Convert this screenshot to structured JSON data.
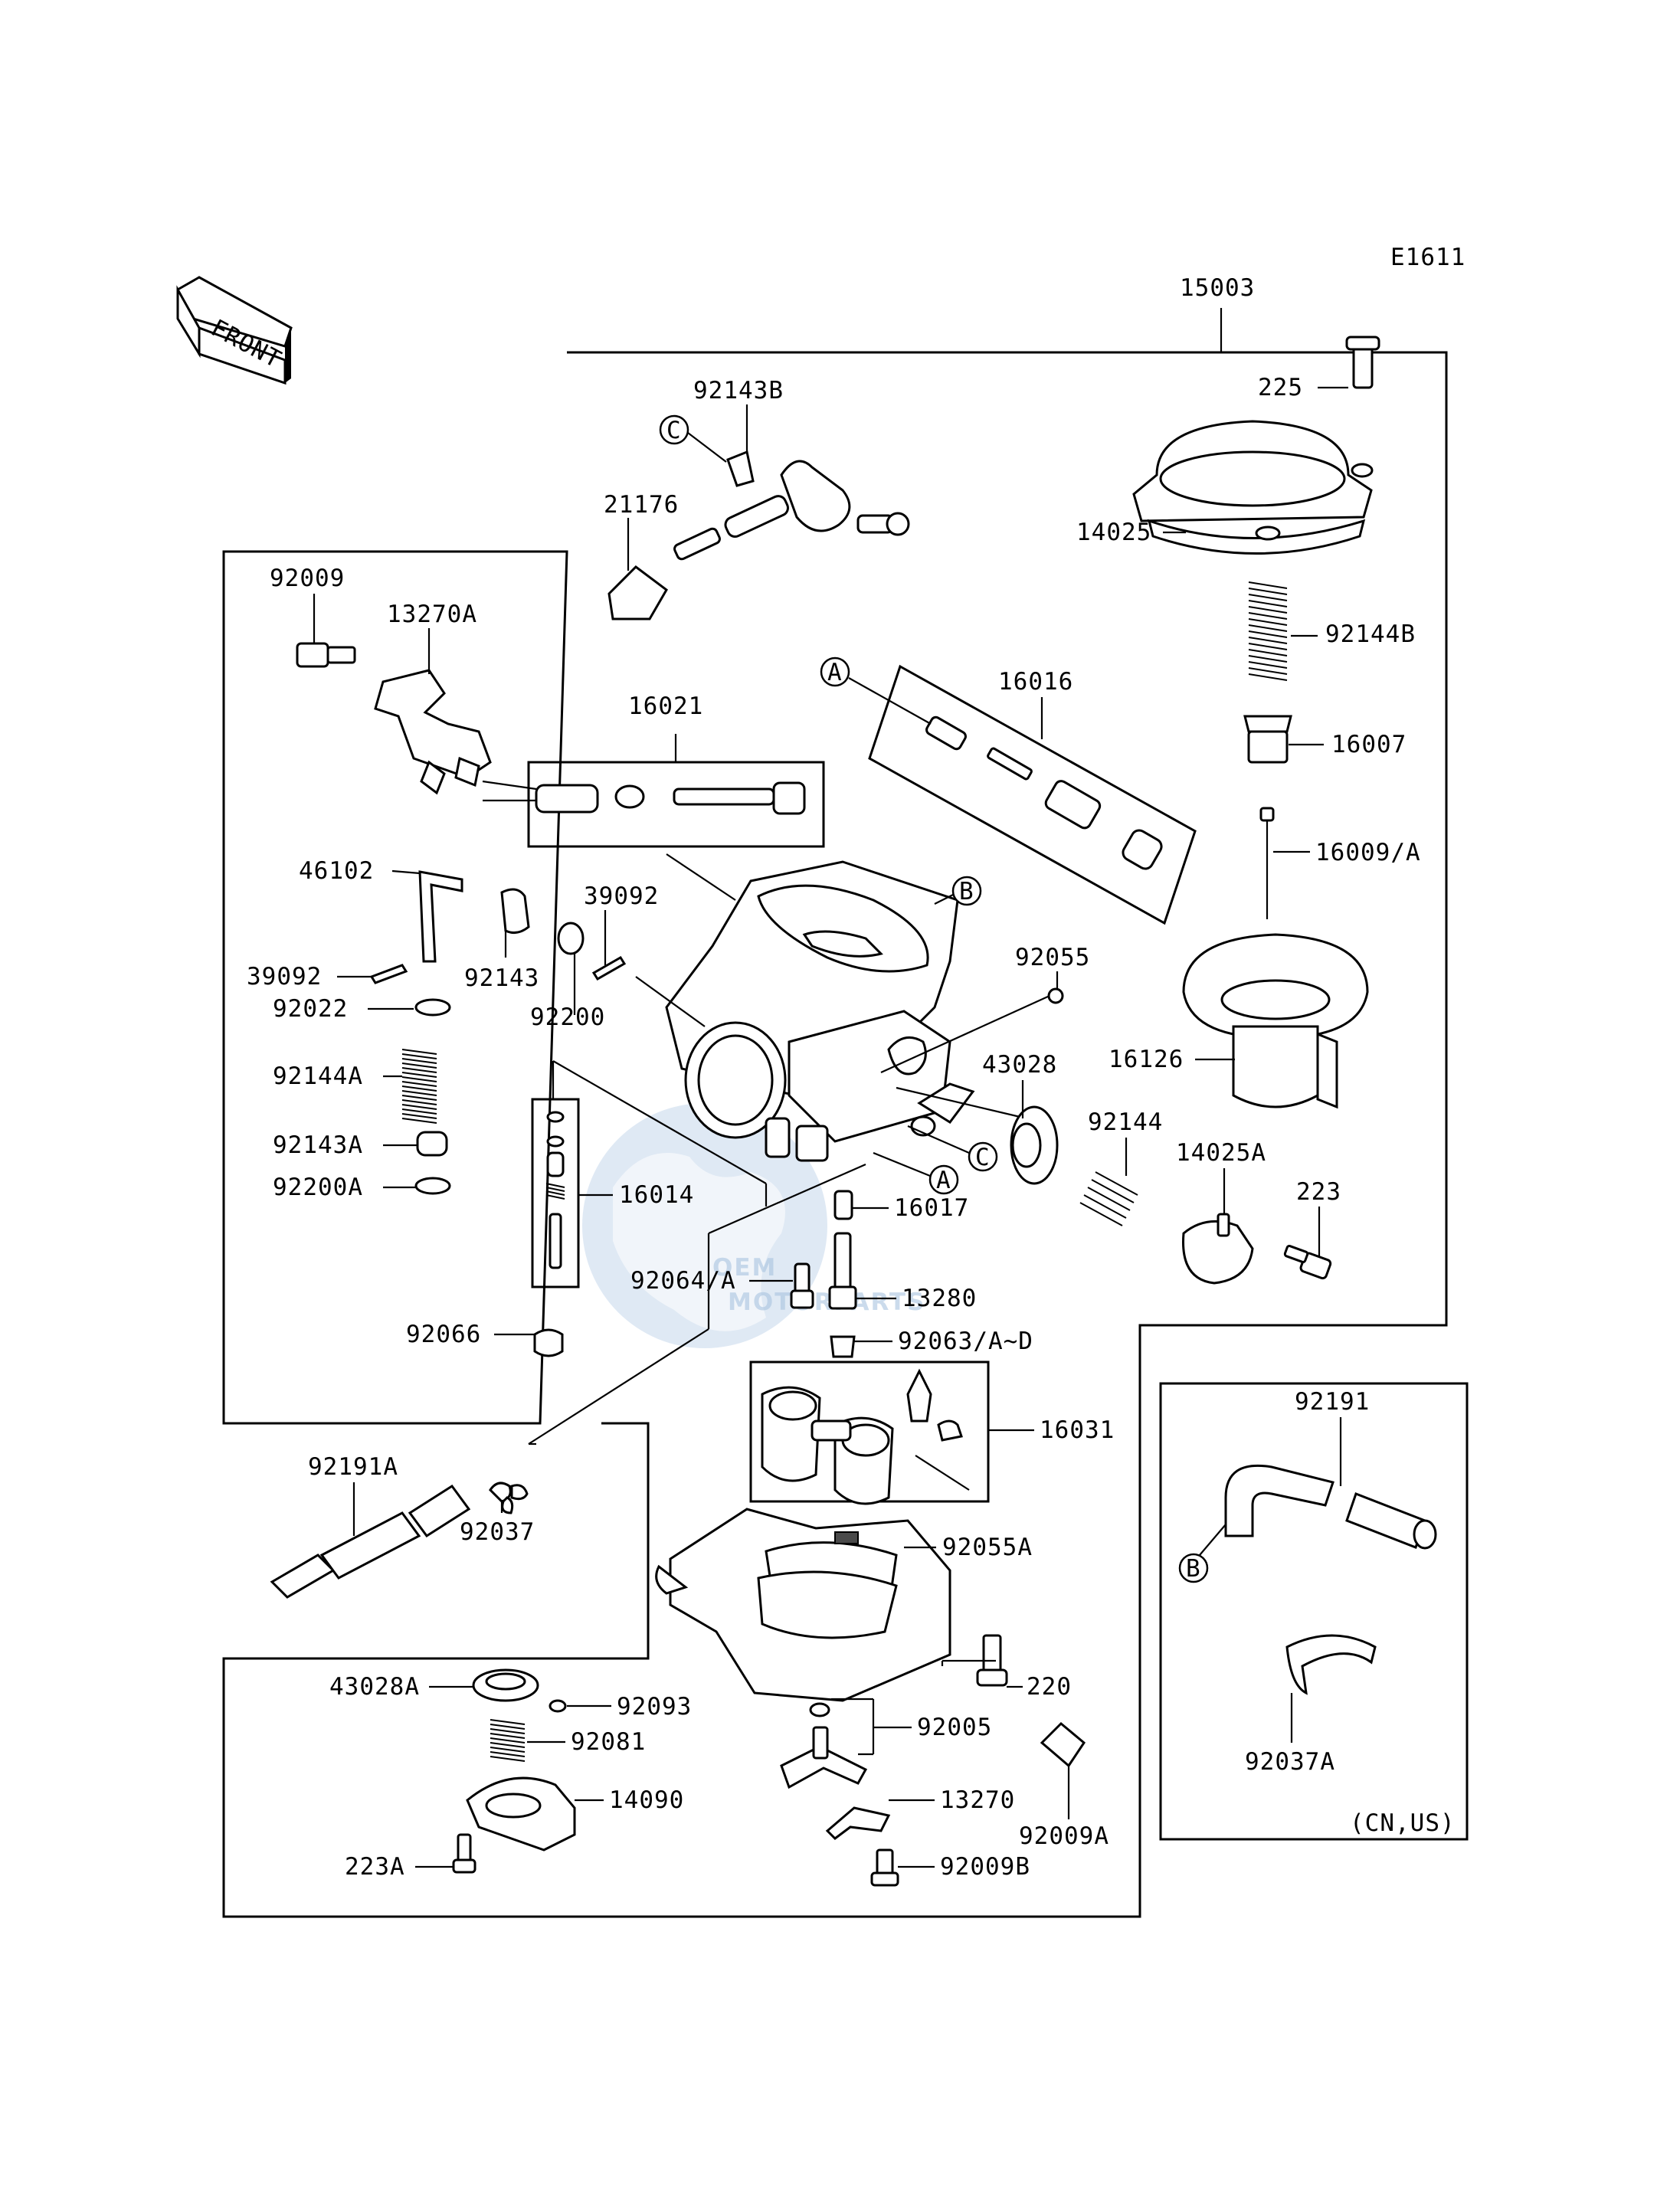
{
  "diagram_code": "E1611",
  "front_label": "FRONT",
  "assembly_part": "15003",
  "region_note": "(CN,US)",
  "watermark": {
    "brand": "OEM",
    "sub": "MOTORPARTS"
  },
  "ref_markers": [
    "A",
    "B",
    "C"
  ],
  "parts": {
    "p92143B": "92143B",
    "p21176": "21176",
    "p225": "225",
    "p14025": "14025",
    "p92009": "92009",
    "p13270A": "13270A",
    "p16021": "16021",
    "p16016": "16016",
    "p92144B": "92144B",
    "p16007": "16007",
    "p46102": "46102",
    "p16009A": "16009/A",
    "p39092a": "39092",
    "p39092b": "39092",
    "p92143": "92143",
    "p92055": "92055",
    "p92022": "92022",
    "p92200": "92200",
    "p16126": "16126",
    "p92144A": "92144A",
    "p43028": "43028",
    "p92144": "92144",
    "p14025A": "14025A",
    "p92143A": "92143A",
    "p92200A": "92200A",
    "p16014": "16014",
    "p16017": "16017",
    "p223": "223",
    "p92064A": "92064/A",
    "p13280": "13280",
    "p92066": "92066",
    "p92063AD": "92063/A~D",
    "p16031": "16031",
    "p92191": "92191",
    "p92191A": "92191A",
    "p92037": "92037",
    "p92055A": "92055A",
    "p220": "220",
    "p43028A": "43028A",
    "p92093": "92093",
    "p92005": "92005",
    "p92081": "92081",
    "p92037A": "92037A",
    "p14090": "14090",
    "p13270": "13270",
    "p92009A": "92009A",
    "p223A": "223A",
    "p92009B": "92009B"
  }
}
